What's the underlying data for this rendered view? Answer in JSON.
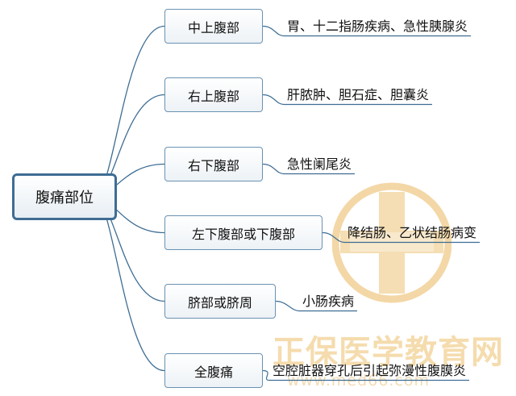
{
  "root": {
    "label": "腹痛部位"
  },
  "branches": [
    {
      "label": "中上腹部",
      "detail": "胃、十二指肠疾病、急性胰腺炎"
    },
    {
      "label": "右上腹部",
      "detail": "肝脓肿、胆石症、胆囊炎"
    },
    {
      "label": "右下腹部",
      "detail": "急性阑尾炎"
    },
    {
      "label": "左下腹部或下腹部",
      "detail": "降结肠、乙状结肠病变"
    },
    {
      "label": "脐部或脐周",
      "detail": "小肠疾病"
    },
    {
      "label": "全腹痛",
      "detail": "空腔脏器穿孔后引起弥漫性腹膜炎"
    }
  ],
  "watermark": {
    "brand": "正保医学教育网",
    "url": "www.med66.com"
  },
  "colors": {
    "connector": "#3e6d93",
    "branch_border": "#6a92b2",
    "watermark": "#f3d7a6"
  }
}
